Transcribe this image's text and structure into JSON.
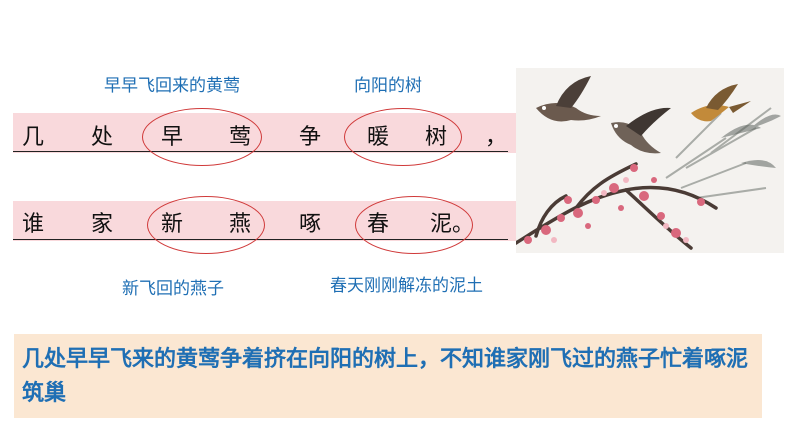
{
  "annotations": {
    "early_oriole": "早早飞回来的黄莺",
    "sunny_tree": "向阳的树",
    "new_swallow": "新飞回的燕子",
    "spring_mud": "春天刚刚解冻的泥土"
  },
  "poem": {
    "line1": [
      "几",
      "处",
      "早",
      "莺",
      "争",
      "暖",
      "树",
      "，"
    ],
    "line2": [
      "谁",
      "家",
      "新",
      "燕",
      "啄",
      "春",
      "泥。"
    ]
  },
  "translation": "几处早早飞来的黄莺争着挤在向阳的树上，不知谁家刚飞过的燕子忙着啄泥筑巢",
  "colors": {
    "annotation_text": "#1f6fb4",
    "band": "#f9d9dc",
    "circle": "#d03a3a",
    "summary_bg": "#fbe7d2"
  },
  "illustration": "birds-on-plum-blossom-painting"
}
